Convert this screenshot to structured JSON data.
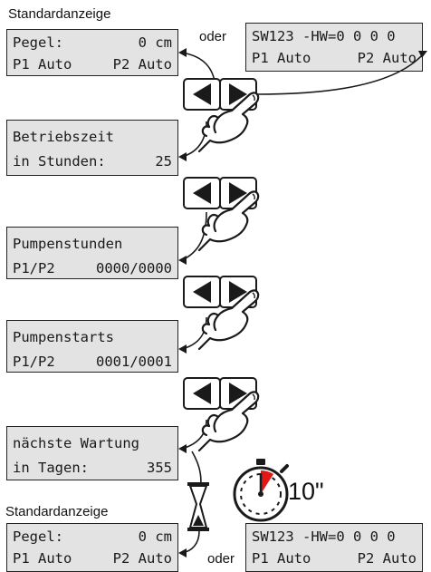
{
  "top": {
    "caption": "Standardanzeige",
    "or_label": "oder",
    "display_standard": {
      "line1_left": "Pegel:",
      "line1_right": "0 cm",
      "line2_left": "P1 Auto",
      "line2_right": "P2 Auto"
    },
    "display_version": {
      "line1_left": "SW123 -HW=0 0 0 0",
      "line2_left": "P1 Auto",
      "line2_right": "P2 Auto"
    }
  },
  "steps": [
    {
      "line1_left": "Betriebszeit",
      "line2_left": "in Stunden:",
      "line2_right": "25"
    },
    {
      "line1_left": "Pumpenstunden",
      "line2_left": "P1/P2",
      "line2_right": "0000/0000"
    },
    {
      "line1_left": "Pumpenstarts",
      "line2_left": "P1/P2",
      "line2_right": "0001/0001"
    },
    {
      "line1_left": "nächste Wartung",
      "line2_left": "in Tagen:",
      "line2_right": "355"
    }
  ],
  "timer_label": "10\"",
  "bottom": {
    "caption": "Standardanzeige",
    "or_label": "oder",
    "display_standard": {
      "line1_left": "Pegel:",
      "line1_right": "0 cm",
      "line2_left": "P1 Auto",
      "line2_right": "P2 Auto"
    },
    "display_version": {
      "line1_left": "SW123 -HW=0 0 0 0",
      "line2_left": "P1 Auto",
      "line2_right": "P2 Auto"
    }
  },
  "icons": {
    "nav_buttons": "left-right-arrow-buttons-icon",
    "pointing_hand": "pointing-hand-icon",
    "hourglass": "hourglass-icon",
    "stopwatch": "stopwatch-icon"
  },
  "colors": {
    "lcd_background": "#e3e3e3",
    "timer_accent": "#e01818",
    "line": "#1a1a1a"
  }
}
